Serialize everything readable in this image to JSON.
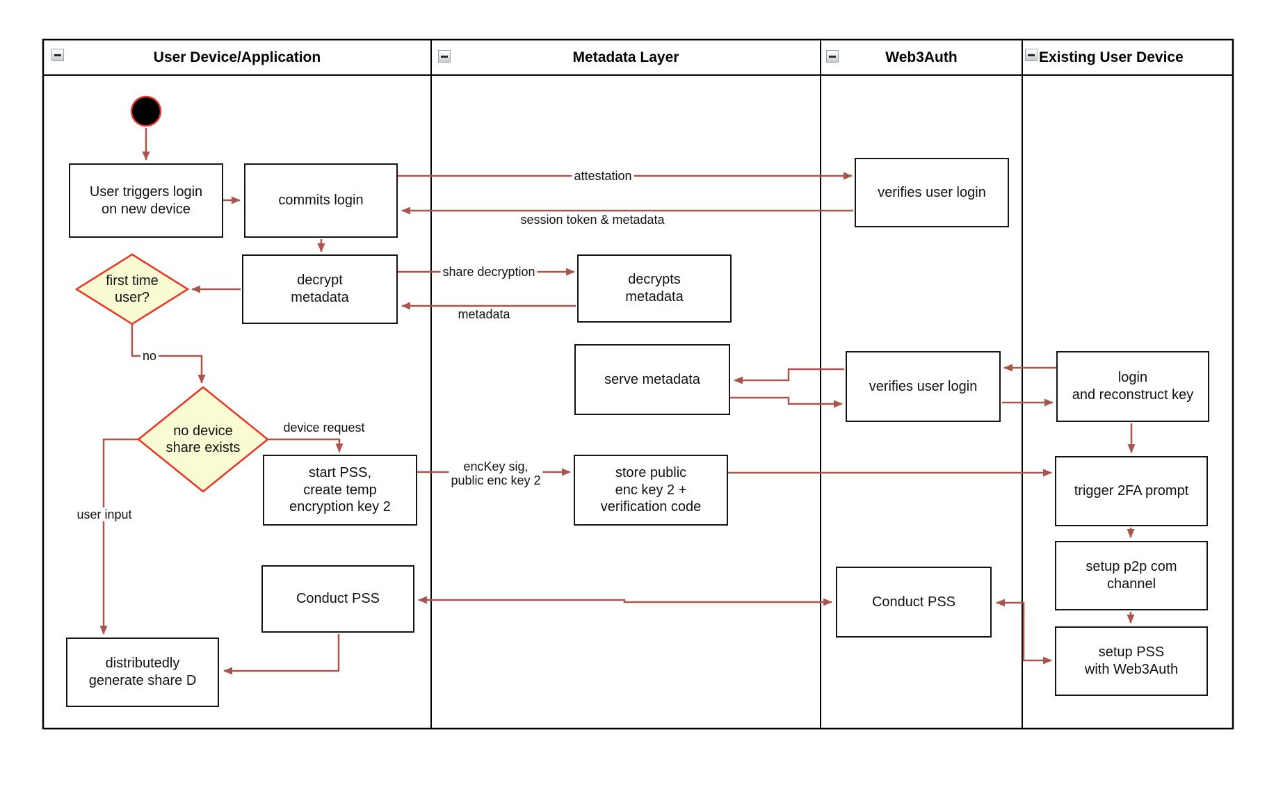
{
  "diagram": {
    "lanes": [
      {
        "title": "User Device/Application"
      },
      {
        "title": "Metadata Layer"
      },
      {
        "title": "Web3Auth"
      },
      {
        "title": "Existing User Device"
      }
    ],
    "nodes": {
      "user_triggers": {
        "label": "User triggers login\non new device"
      },
      "commits_login": {
        "label": "commits login"
      },
      "decrypt_metadata": {
        "label": "decrypt\nmetadata"
      },
      "first_time_user": {
        "label": "first time\nuser?"
      },
      "no_device_share": {
        "label": "no device\nshare exists"
      },
      "start_pss": {
        "label": "start PSS,\ncreate temp\nencryption key 2"
      },
      "conduct_pss_user": {
        "label": "Conduct PSS"
      },
      "distributed_share": {
        "label": "distributedly\ngenerate share D"
      },
      "decrypts_metadata": {
        "label": "decrypts\nmetadata"
      },
      "serve_metadata": {
        "label": "serve metadata"
      },
      "store_public": {
        "label": "store public\nenc key 2 +\nverification code"
      },
      "verifies_login_1": {
        "label": "verifies user login"
      },
      "verifies_login_2": {
        "label": "verifies user login"
      },
      "conduct_pss_web3": {
        "label": "Conduct PSS"
      },
      "login_reconstruct": {
        "label": "login\nand reconstruct key"
      },
      "trigger_2fa": {
        "label": "trigger 2FA prompt"
      },
      "setup_p2p": {
        "label": "setup p2p com\nchannel"
      },
      "setup_pss": {
        "label": "setup PSS\nwith Web3Auth"
      }
    },
    "edge_labels": {
      "attestation": "attestation",
      "session_token": "session token & metadata",
      "share_decryption": "share decryption",
      "metadata": "metadata",
      "no": "no",
      "device_request": "device request",
      "user_input": "user input",
      "enckey": "encKey sig,\npublic enc key 2"
    },
    "colors": {
      "arrow": "#a9544d",
      "decision_fill": "#fbfbd3",
      "decision_stroke": "#ea3323",
      "node_border": "#141414",
      "start_fill": "#000000",
      "start_stroke": "#e03c31"
    }
  }
}
